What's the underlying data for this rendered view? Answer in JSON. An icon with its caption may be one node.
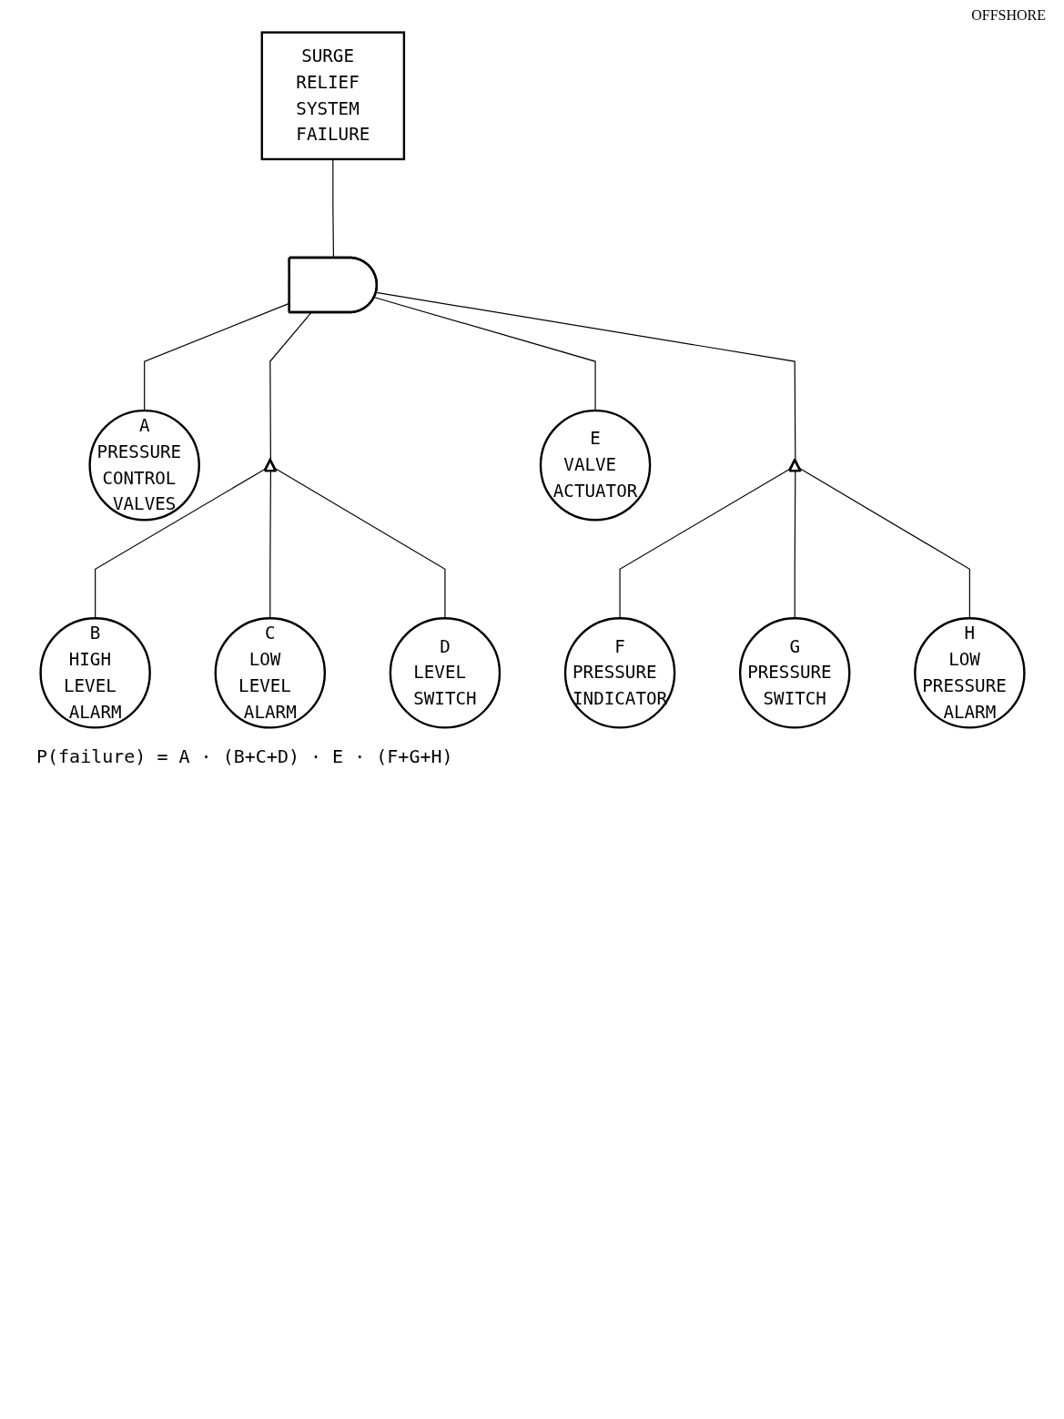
{
  "diagram": {
    "nodes": [
      {
        "text": [
          "SURGE RELIEF SYSTEM FAILURE"
        ]
      },
      {
        "text": [],
        "shape": "and-gate"
      },
      {
        "text": [
          "A",
          "PRESSURE CONTROL VALVES"
        ]
      },
      {
        "text": [],
        "shape": "or-gate"
      },
      {
        "text": [
          "B",
          "HIGH LEVEL ALARM"
        ]
      },
      {
        "text": [
          "C",
          "LOW LEVEL ALARM"
        ]
      },
      {
        "text": [
          "D",
          "LEVEL SWITCH"
        ]
      },
      {
        "text": [
          "E",
          "VALVE ACTUATOR"
        ]
      },
      {
        "text": [],
        "shape": "or-gate"
      },
      {
        "text": [
          "F",
          "PRESSURE INDICATOR"
        ]
      },
      {
        "text": [
          "G",
          "PRESSURE SWITCH"
        ]
      },
      {
        "text": [
          "H",
          "LOW PRESSURE ALARM"
        ]
      }
    ],
    "edges": [
      {
        "from": 0,
        "to": 1,
        "arrow": "none"
      },
      {
        "from": 1,
        "to": 2,
        "arrow": "none"
      },
      {
        "from": 1,
        "to": 3,
        "arrow": "none"
      },
      {
        "from": 1,
        "to": 7,
        "arrow": "none"
      },
      {
        "from": 1,
        "to": 8,
        "arrow": "none"
      },
      {
        "from": 3,
        "to": 4,
        "arrow": "none"
      },
      {
        "from": 3,
        "to": 5,
        "arrow": "none"
      },
      {
        "from": 3,
        "to": 6,
        "arrow": "none"
      },
      {
        "from": 8,
        "to": 9,
        "arrow": "none"
      },
      {
        "from": 8,
        "to": 10,
        "arrow": "none"
      },
      {
        "from": 8,
        "to": 11,
        "arrow": "none"
      }
    ],
    "labels": [
      "OFFSHORE",
      "P(failure) = A · (B+C+D) · E · (F+G+H)"
    ]
  }
}
